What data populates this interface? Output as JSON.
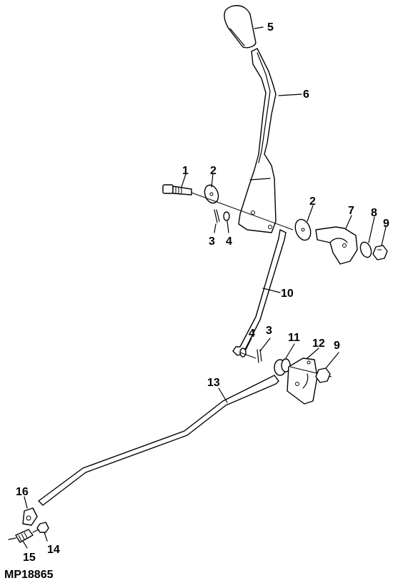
{
  "figure_id": "MP18865",
  "callouts": {
    "c1": "1",
    "c2a": "2",
    "c2b": "2",
    "c3a": "3",
    "c3b": "3",
    "c4a": "4",
    "c4b": "4",
    "c5": "5",
    "c6": "6",
    "c7": "7",
    "c8": "8",
    "c9a": "9",
    "c9b": "9",
    "c10": "10",
    "c11": "11",
    "c12": "12",
    "c13": "13",
    "c14": "14",
    "c15": "15",
    "c16": "16"
  }
}
